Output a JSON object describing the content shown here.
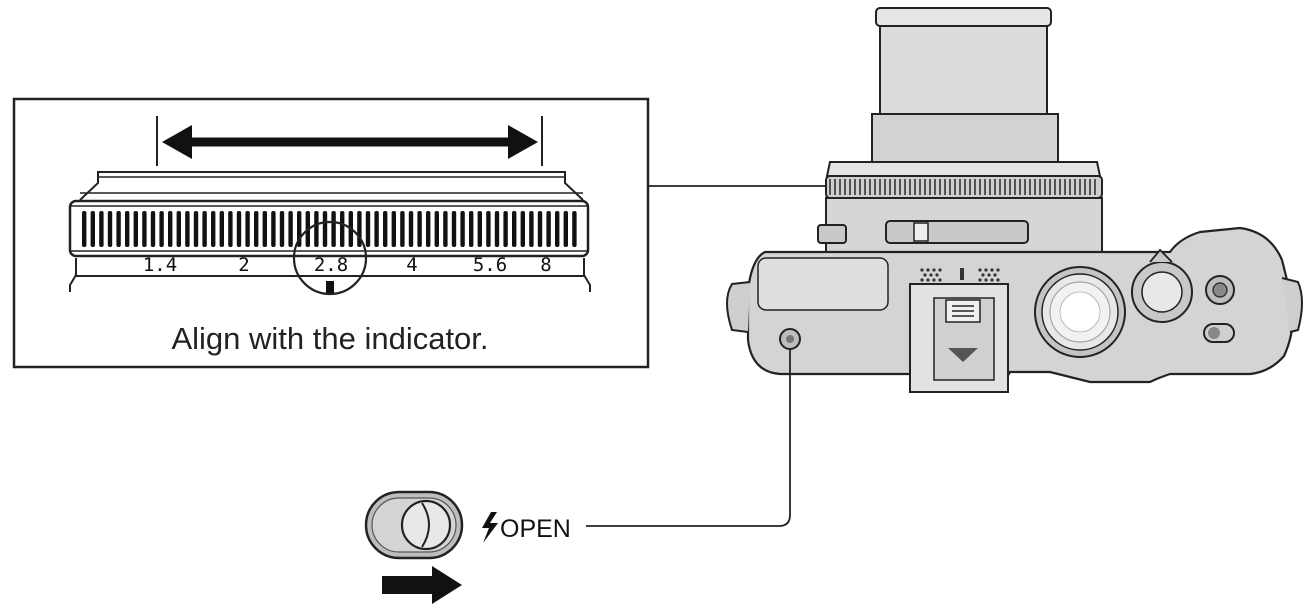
{
  "inset": {
    "caption": "Align with the indicator.",
    "aperture_scale": [
      "1.4",
      "2",
      "2.8",
      "4",
      "5.6",
      "8"
    ],
    "selected_value": "2.8"
  },
  "flash_switch": {
    "label": "OPEN",
    "icon": "lightning-bolt-icon"
  },
  "colors": {
    "line": "#222222",
    "body_fill": "#d6d6d6",
    "body_dark": "#b9b9b9",
    "background": "#ffffff"
  }
}
